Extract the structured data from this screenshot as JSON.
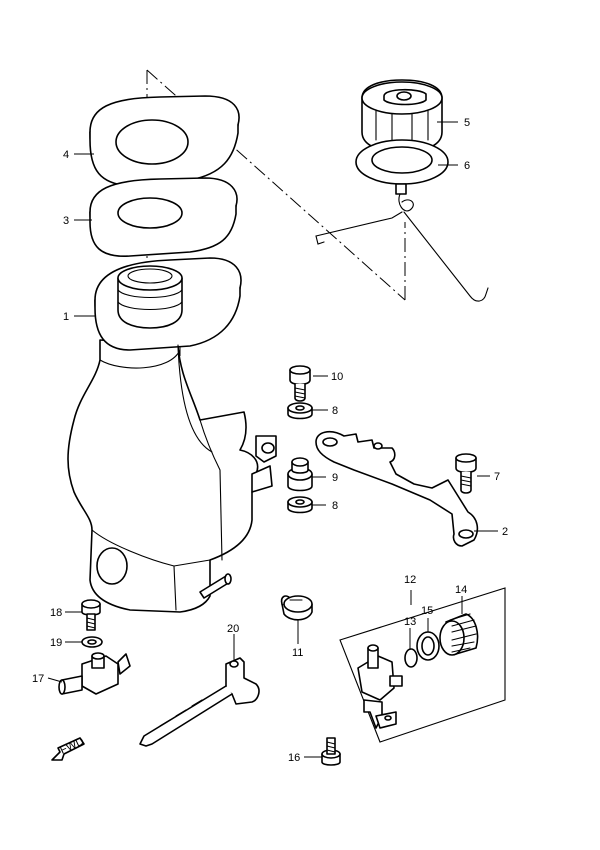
{
  "diagram": {
    "fwd_label": "FWD",
    "callouts": [
      "1",
      "2",
      "3",
      "4",
      "5",
      "6",
      "7",
      "8",
      "8",
      "9",
      "10",
      "11",
      "12",
      "13",
      "14",
      "15",
      "16",
      "17",
      "18",
      "19",
      "20"
    ]
  }
}
